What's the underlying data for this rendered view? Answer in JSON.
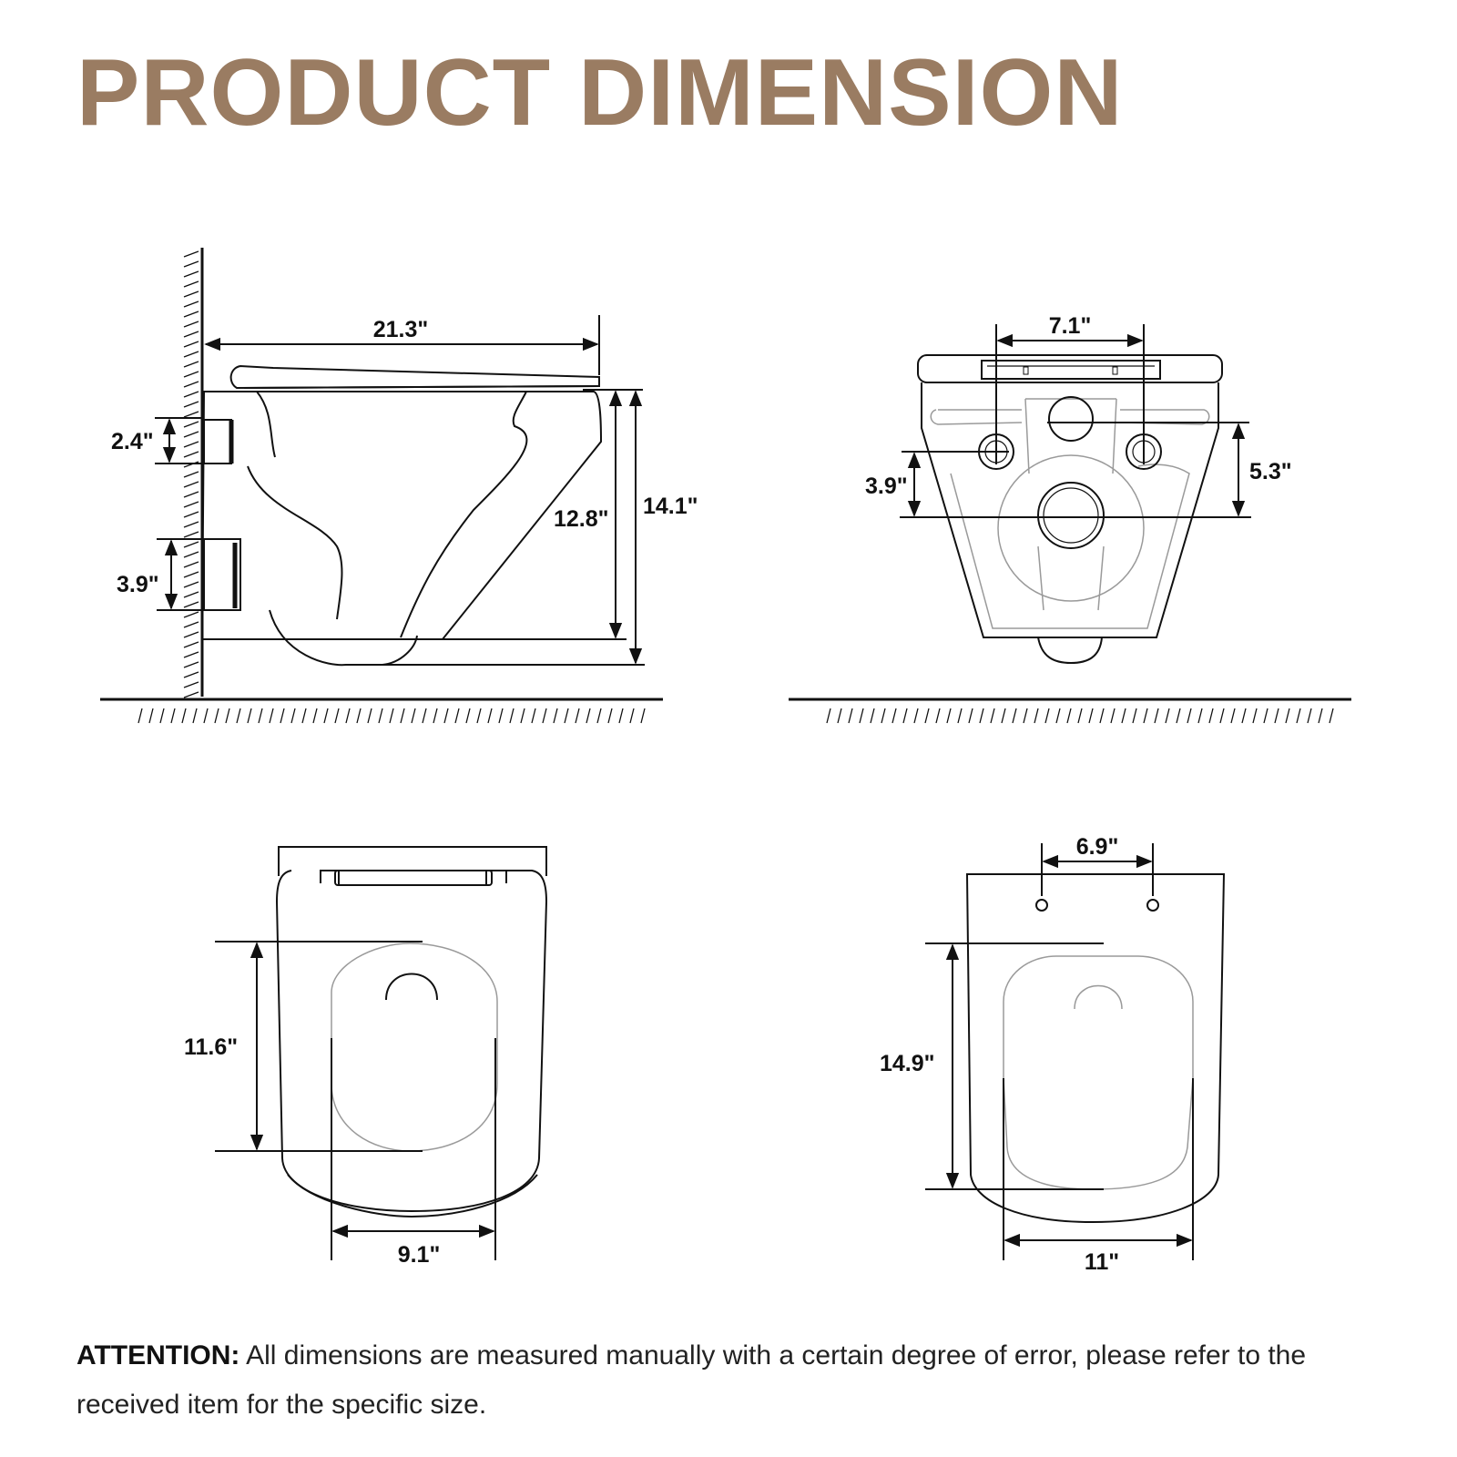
{
  "title": "PRODUCT DIMENSION",
  "colors": {
    "title": "#9a7c62",
    "line": "#111111",
    "faint": "#9a9a9a"
  },
  "side_view": {
    "length": "21.3\"",
    "inlet_height": "2.4\"",
    "outlet_height": "3.9\"",
    "bowl_height": "12.8\"",
    "total_height": "14.1\""
  },
  "back_view": {
    "bolt_spacing": "7.1\"",
    "inlet_offset": "3.9\"",
    "outlet_offset": "5.3\""
  },
  "seat_view": {
    "opening_length": "11.6\"",
    "opening_width": "9.1\""
  },
  "top_view": {
    "hinge_spacing": "6.9\"",
    "opening_length": "14.9\"",
    "opening_width": "11\""
  },
  "attention": {
    "label": "ATTENTION:",
    "text": "All dimensions are measured manually with a certain degree of error, please refer to the received item for the specific size."
  }
}
